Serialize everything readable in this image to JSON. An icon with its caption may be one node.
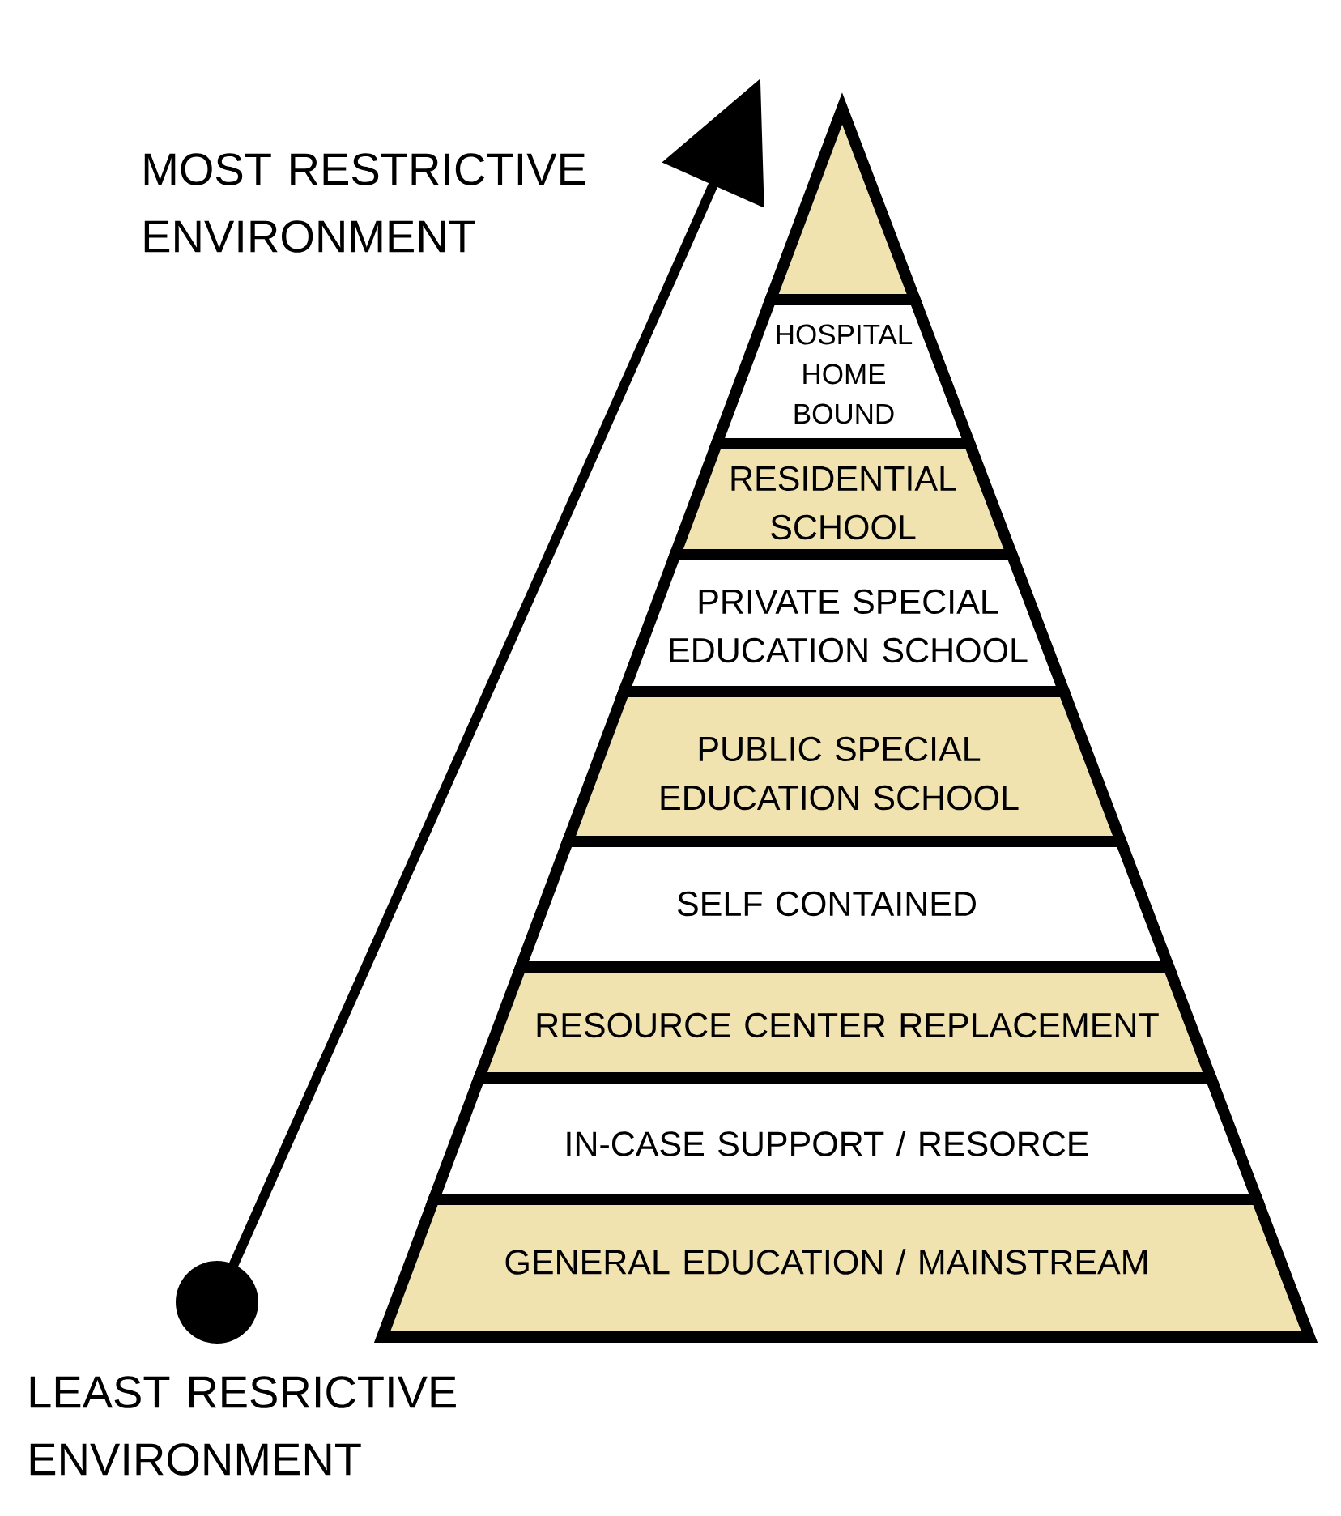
{
  "diagram": {
    "nodes": [
      {
        "text": [],
        "shape": "triangle"
      },
      {
        "text": [
          "HOSPITAL HOME BOUND"
        ]
      },
      {
        "text": [
          "RESIDENTIAL SCHOOL"
        ]
      },
      {
        "text": [
          "PRIVATE SPECIAL EDUCATION SCHOOL"
        ]
      },
      {
        "text": [
          "PUBLIC SPECIAL EDUCATION SCHOOL"
        ]
      },
      {
        "text": [
          "SELF CONTAINED"
        ]
      },
      {
        "text": [
          "RESOURCE CENTER REPLACEMENT"
        ]
      },
      {
        "text": [
          "IN-CASE SUPPORT / RESORCE"
        ]
      },
      {
        "text": [
          "GENERAL EDUCATION / MAINSTREAM"
        ]
      }
    ],
    "labels": [
      "MOST RESTRICTIVE ENVIRONMENT",
      "LEAST RESRICTIVE ENVIRONMENT"
    ]
  }
}
